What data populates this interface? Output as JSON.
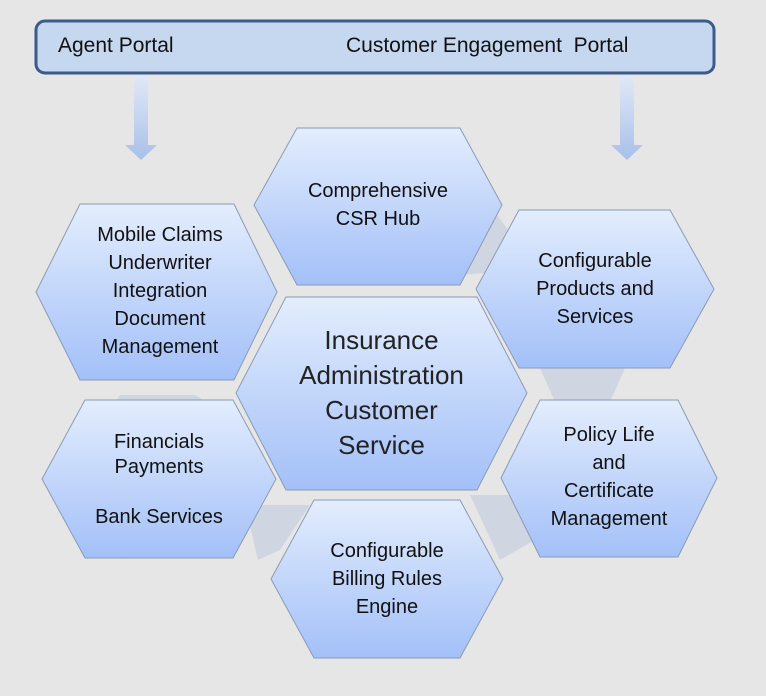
{
  "portal_bar": {
    "agent_portal": "Agent Portal",
    "customer_portal": "Customer Engagement  Portal"
  },
  "hexagons": {
    "csr_hub": "Comprehensive\nCSR Hub",
    "mobile_claims": "Mobile Claims\nUnderwriter\nIntegration\nDocument\nManagement",
    "configurable_products": "Configurable\nProducts and\nServices",
    "center": "Insurance\nAdministration\nCustomer\nService",
    "financials": "Financials\nPayments\n \nBank Services",
    "policy_life": "Policy Life\nand\nCertificate\nManagement",
    "billing": "Configurable\nBilling Rules\nEngine"
  },
  "colors": {
    "hex_top": "#e3edfd",
    "hex_bottom": "#a3c0f8",
    "bar_fill": "#c5d8ef",
    "bar_stroke": "#3c5a8a",
    "connector": "#cfd6e2"
  }
}
